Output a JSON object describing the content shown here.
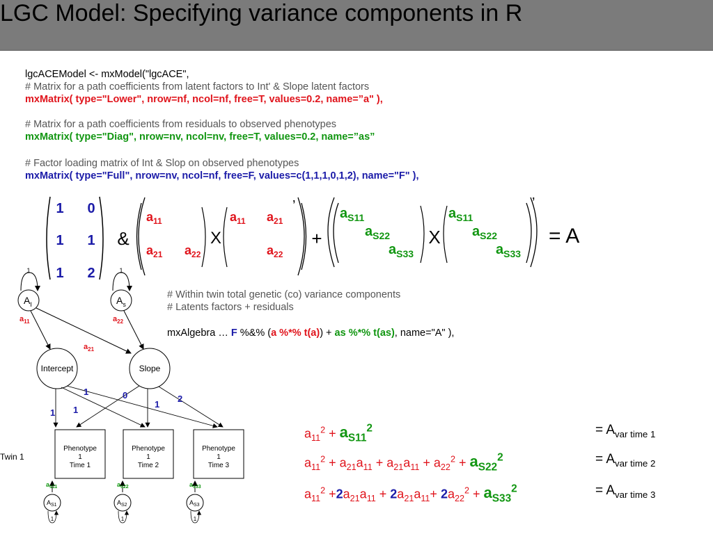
{
  "title": "LGC Model: Specifying variance components in R",
  "code": {
    "line1": "lgcACEModel <- mxModel(\"lgcACE\",",
    "comment1": "# Matrix for a path coefficients from latent factors to Int' & Slope latent factors",
    "matrix_a": "mxMatrix( type=\"Lower\", nrow=nf, ncol=nf, free=T, values=0.2, name=”a\" ),",
    "comment2": "# Matrix for a path coefficients from residuals to observed phenotypes",
    "matrix_as": "mxMatrix( type=\"Diag\",  nrow=nv, ncol=nv, free=T, values=0.2, name=”as”",
    "comment3": "# Factor loading matrix of Int & Slop on observed phenotypes",
    "matrix_f": "mxMatrix( type=\"Full\", nrow=nv, ncol=nf, free=F, values=c(1,1,1,0,1,2), name=\"F\" ),"
  },
  "matrices": {
    "F": [
      "1",
      "0",
      "1",
      "1",
      "1",
      "2"
    ],
    "amp": "&",
    "times": "X",
    "plus": "+",
    "equals": "= A",
    "transpose": "’",
    "a": "a",
    "s": "S",
    "i11": "11",
    "i21": "21",
    "i22": "22",
    "s11": "S11",
    "s22": "S22",
    "s33": "S33"
  },
  "algebra": {
    "comment1": "# Within twin total genetic  (co) variance components",
    "comment2": "# Latents factors + residuals",
    "pre": "mxAlgebra … ",
    "F": "F",
    "op": " %&% (",
    "a_part": "a %*% t(a)",
    "close1": ") + ",
    "as_part": "as %*% t(as)",
    "tail": ", name=\"A\" ),"
  },
  "diagram": {
    "Ai": "A",
    "Ai_sub": "I",
    "As": "A",
    "As_sub": "s",
    "self1": "1",
    "a11": "a",
    "a11_sub": "11",
    "a22": "a",
    "a22_sub": "22",
    "a21": "a",
    "a21_sub": "21",
    "intercept": "Intercept",
    "slope": "Slope",
    "loadings": [
      "1",
      "1",
      "1",
      "0",
      "1",
      "2"
    ],
    "phenotypes": [
      {
        "l1": "Phenotype",
        "l2": "1",
        "l3": "Time 1"
      },
      {
        "l1": "Phenotype",
        "l2": "1",
        "l3": "Time 2"
      },
      {
        "l1": "Phenotype",
        "l2": "1",
        "l3": "Time 3"
      }
    ],
    "twin": "Twin 1",
    "resid_paths": [
      "as11",
      "as22",
      "as33"
    ],
    "resid_nodes": [
      "S1",
      "S2",
      "S3"
    ]
  },
  "equations": {
    "rhs": [
      "= A",
      "var time 1",
      "= A",
      "var time 2",
      "= A",
      "var time 3"
    ]
  }
}
